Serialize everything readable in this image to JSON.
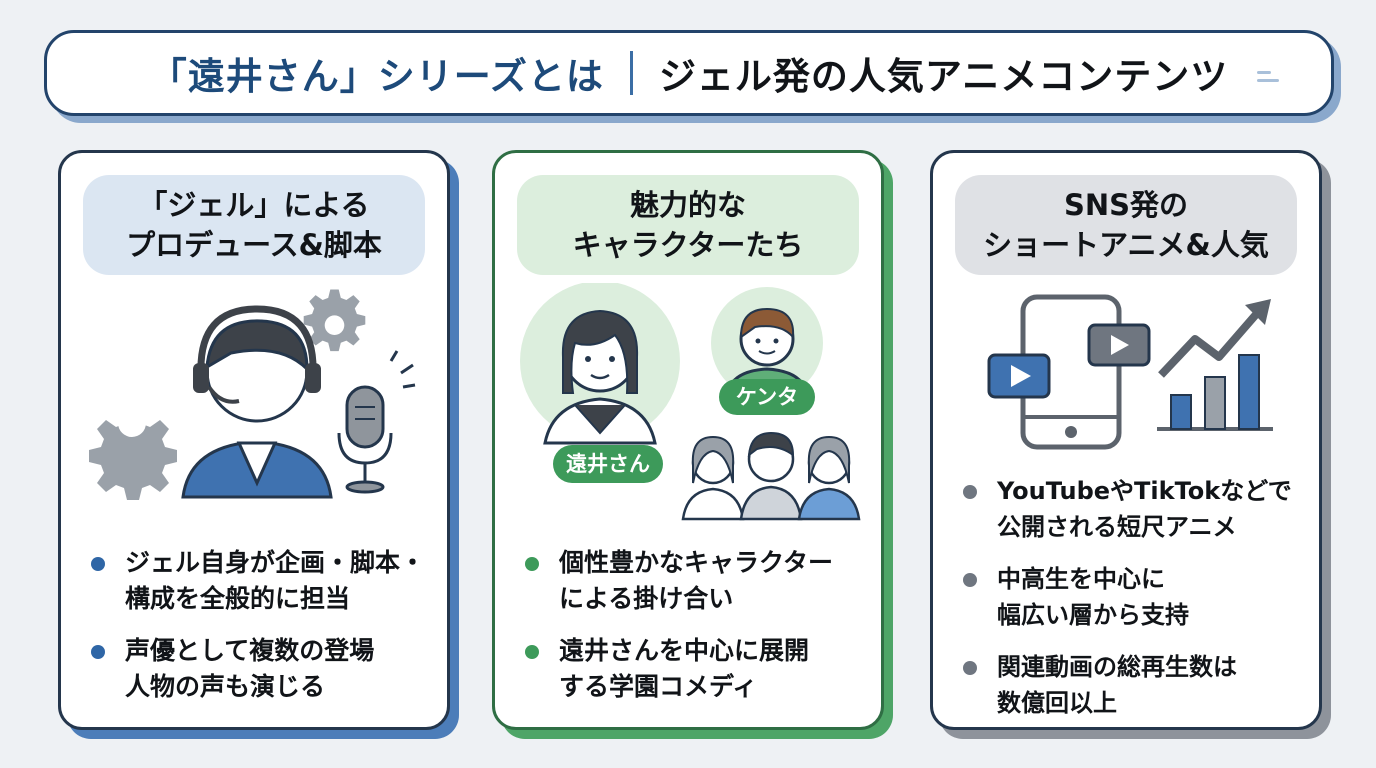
{
  "title": {
    "left": "「遠井さん」シリーズとは",
    "right": "ジェル発の人気アニメコンテンツ"
  },
  "cards": [
    {
      "heading": [
        "「ジェル」による",
        "プロデュース&脚本"
      ],
      "bullets": [
        [
          "ジェル自身が企画・脚本・",
          "構成を全般的に担当"
        ],
        [
          "声優として複数の登場",
          "人物の声も演じる"
        ]
      ],
      "accent": "#4c7db9"
    },
    {
      "heading": [
        "魅力的な",
        "キャラクターたち"
      ],
      "labels": {
        "main": "遠井さん",
        "friend": "ケンタ"
      },
      "bullets": [
        [
          "個性豊かなキャラクター",
          "による掛け合い"
        ],
        [
          "遠井さんを中心に展開",
          "する学園コメディ"
        ]
      ],
      "accent": "#4ea567"
    },
    {
      "heading": [
        "SNS発の",
        "ショートアニメ&人気"
      ],
      "bullets": [
        [
          "YouTubeやTikTokなどで",
          "公開される短尺アニメ"
        ],
        [
          "中高生を中心に",
          "幅広い層から支持"
        ],
        [
          "関連動画の総再生数は",
          "数億回以上"
        ]
      ],
      "accent": "#8e939b"
    }
  ]
}
